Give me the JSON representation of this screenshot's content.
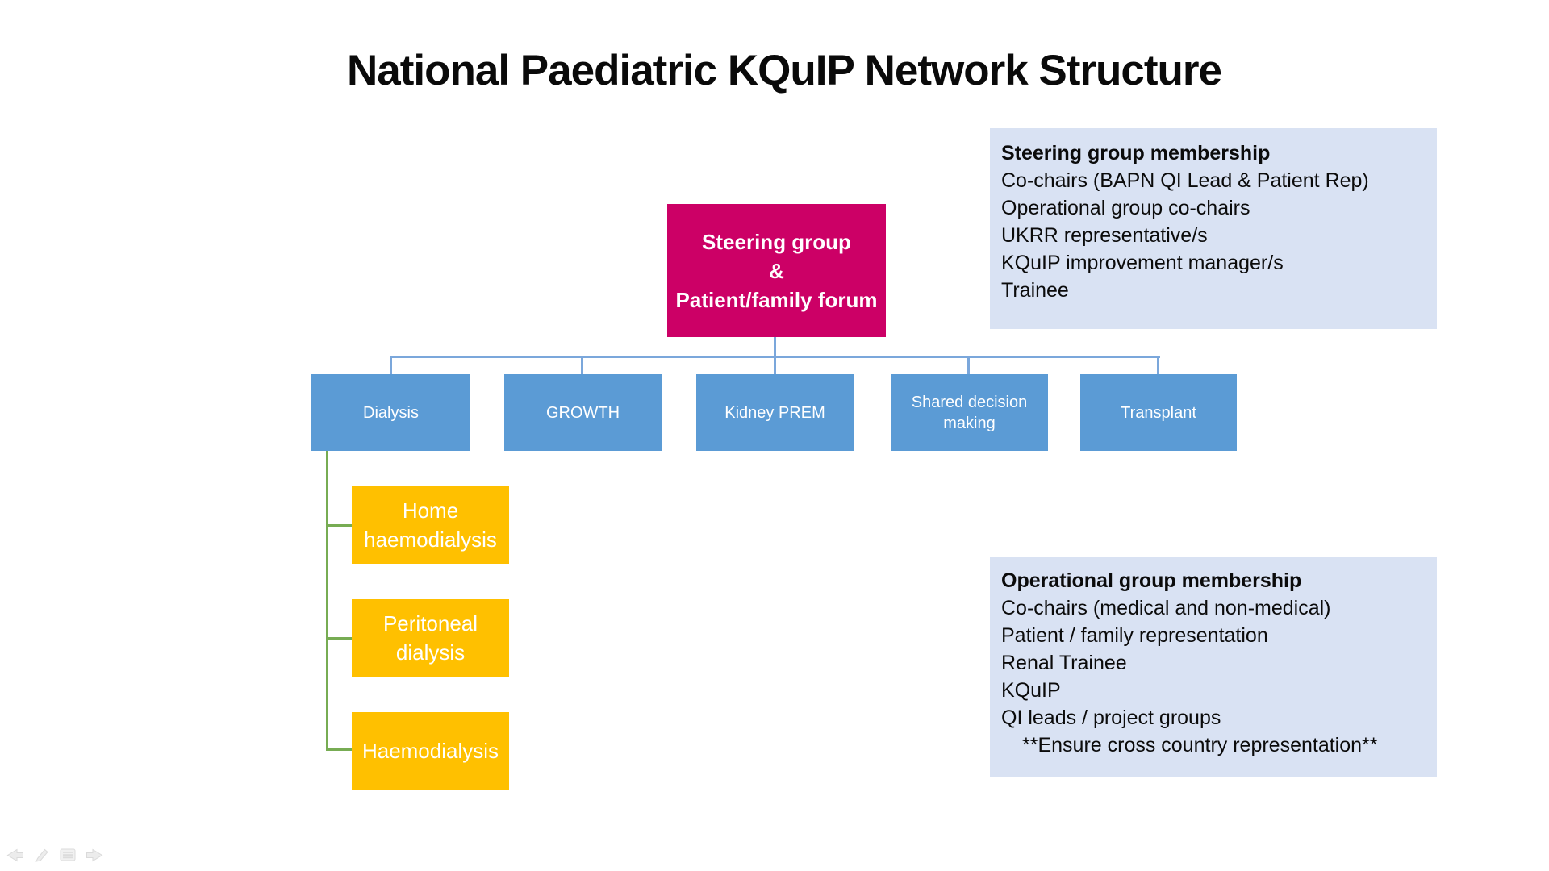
{
  "title": "National Paediatric KQuIP Network Structure",
  "org_chart": {
    "root": {
      "lines": [
        "Steering group",
        "&",
        "Patient/family forum"
      ]
    },
    "level2": [
      {
        "label": "Dialysis"
      },
      {
        "label": "GROWTH"
      },
      {
        "label": "Kidney PREM"
      },
      {
        "label": "Shared decision making"
      },
      {
        "label": "Transplant"
      }
    ],
    "dialysis_children": [
      {
        "label": "Home haemodialysis"
      },
      {
        "label": "Peritoneal dialysis"
      },
      {
        "label": "Haemodialysis"
      }
    ]
  },
  "panels": {
    "steering": {
      "title": "Steering group membership",
      "items": [
        "Co-chairs (BAPN QI Lead & Patient Rep)",
        "Operational group co-chairs",
        "UKRR representative/s",
        "KQuIP improvement manager/s",
        "Trainee"
      ]
    },
    "operational": {
      "title": "Operational group membership",
      "items": [
        "Co-chairs (medical and non-medical)",
        "Patient / family representation",
        "Renal Trainee",
        "KQuIP",
        "QI leads / project groups",
        "**Ensure cross country representation**"
      ]
    }
  },
  "presenter_controls": {
    "icons": [
      "previous-slide-icon",
      "pen-icon",
      "slide-navigator-icon",
      "next-slide-icon"
    ]
  },
  "colors": {
    "root_box": "#CC0066",
    "level2_box": "#5B9BD5",
    "sub_box": "#FFC000",
    "panel_background": "#D9E2F3",
    "connector_blue": "#7BA7DB",
    "connector_green": "#77AC53",
    "title_text": "#0A0A0A",
    "box_text": "#FFFFFF"
  }
}
